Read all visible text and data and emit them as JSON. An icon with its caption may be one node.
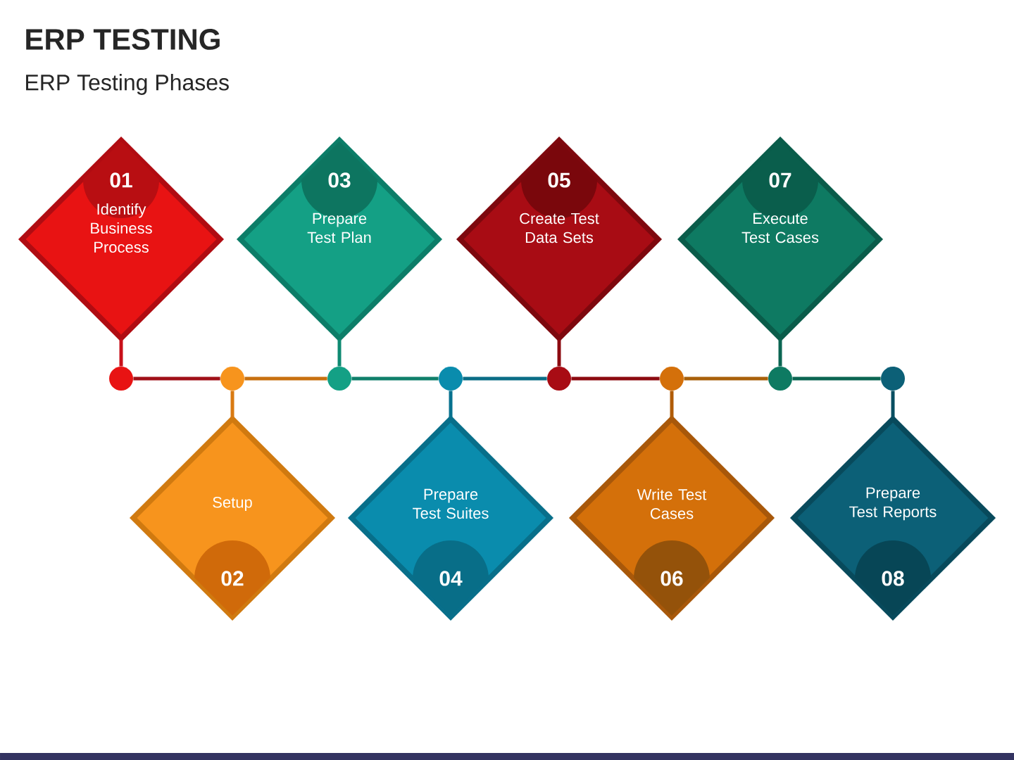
{
  "diagram": {
    "title": "ERP TESTING",
    "caption": "ERP Testing Phases",
    "nodes": [
      {
        "text": [
          "01",
          "Identify Business Process"
        ]
      },
      {
        "text": [
          "Setup",
          "02"
        ]
      },
      {
        "text": [
          "03",
          "Prepare Test Plan"
        ]
      },
      {
        "text": [
          "Prepare Test Suites",
          "04"
        ]
      },
      {
        "text": [
          "05",
          "Create Test Data Sets"
        ]
      },
      {
        "text": [
          "Write Test Cases",
          "06"
        ]
      },
      {
        "text": [
          "07",
          "Execute Test Cases"
        ]
      },
      {
        "text": [
          "Prepare Test Reports",
          "08"
        ]
      },
      {
        "text": [],
        "shape": "circle"
      },
      {
        "text": [],
        "shape": "circle"
      },
      {
        "text": [],
        "shape": "circle"
      },
      {
        "text": [],
        "shape": "circle"
      },
      {
        "text": [],
        "shape": "circle"
      },
      {
        "text": [],
        "shape": "circle"
      },
      {
        "text": [],
        "shape": "circle"
      },
      {
        "text": [],
        "shape": "circle"
      }
    ],
    "edges": [
      {
        "from": 0,
        "to": 8,
        "arrow": "none",
        "color": "#c8101a"
      },
      {
        "from": 1,
        "to": 9,
        "arrow": "none",
        "color": "#d97a12"
      },
      {
        "from": 2,
        "to": 10,
        "arrow": "none",
        "color": "#0f8a72"
      },
      {
        "from": 3,
        "to": 11,
        "arrow": "none",
        "color": "#08728f"
      },
      {
        "from": 4,
        "to": 12,
        "arrow": "none",
        "color": "#8c0a10"
      },
      {
        "from": 5,
        "to": 13,
        "arrow": "none",
        "color": "#b05c08"
      },
      {
        "from": 6,
        "to": 14,
        "arrow": "none",
        "color": "#0b6552"
      },
      {
        "from": 7,
        "to": 15,
        "arrow": "none",
        "color": "#094e61"
      },
      {
        "from": 8,
        "to": 9,
        "arrow": "none",
        "color": "#a01018"
      },
      {
        "from": 9,
        "to": 10,
        "arrow": "none",
        "color": "#c8700f"
      },
      {
        "from": 10,
        "to": 11,
        "arrow": "none",
        "color": "#0f7f6a"
      },
      {
        "from": 11,
        "to": 12,
        "arrow": "none",
        "color": "#0a6d86"
      },
      {
        "from": 12,
        "to": 13,
        "arrow": "none",
        "color": "#8c0a10"
      },
      {
        "from": 13,
        "to": 14,
        "arrow": "none",
        "color": "#a8600a"
      },
      {
        "from": 14,
        "to": 15,
        "arrow": "none",
        "color": "#0b6552"
      }
    ]
  }
}
